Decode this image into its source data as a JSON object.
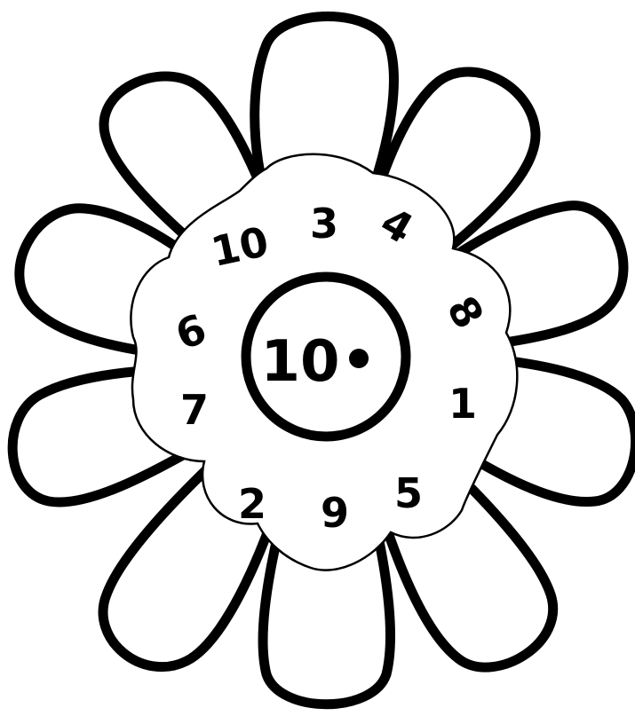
{
  "flower": {
    "center_number": "10",
    "segments": [
      {
        "id": "top-left",
        "value": "10"
      },
      {
        "id": "top",
        "value": "3"
      },
      {
        "id": "top-right",
        "value": "4"
      },
      {
        "id": "right-upper",
        "value": "8"
      },
      {
        "id": "right-lower",
        "value": "1"
      },
      {
        "id": "bottom-right",
        "value": "5"
      },
      {
        "id": "bottom",
        "value": "9"
      },
      {
        "id": "bottom-left",
        "value": "2"
      },
      {
        "id": "left-lower",
        "value": "7"
      },
      {
        "id": "left-upper",
        "value": "6"
      }
    ],
    "colors": {
      "line": "#000000",
      "fill": "#ffffff"
    }
  }
}
